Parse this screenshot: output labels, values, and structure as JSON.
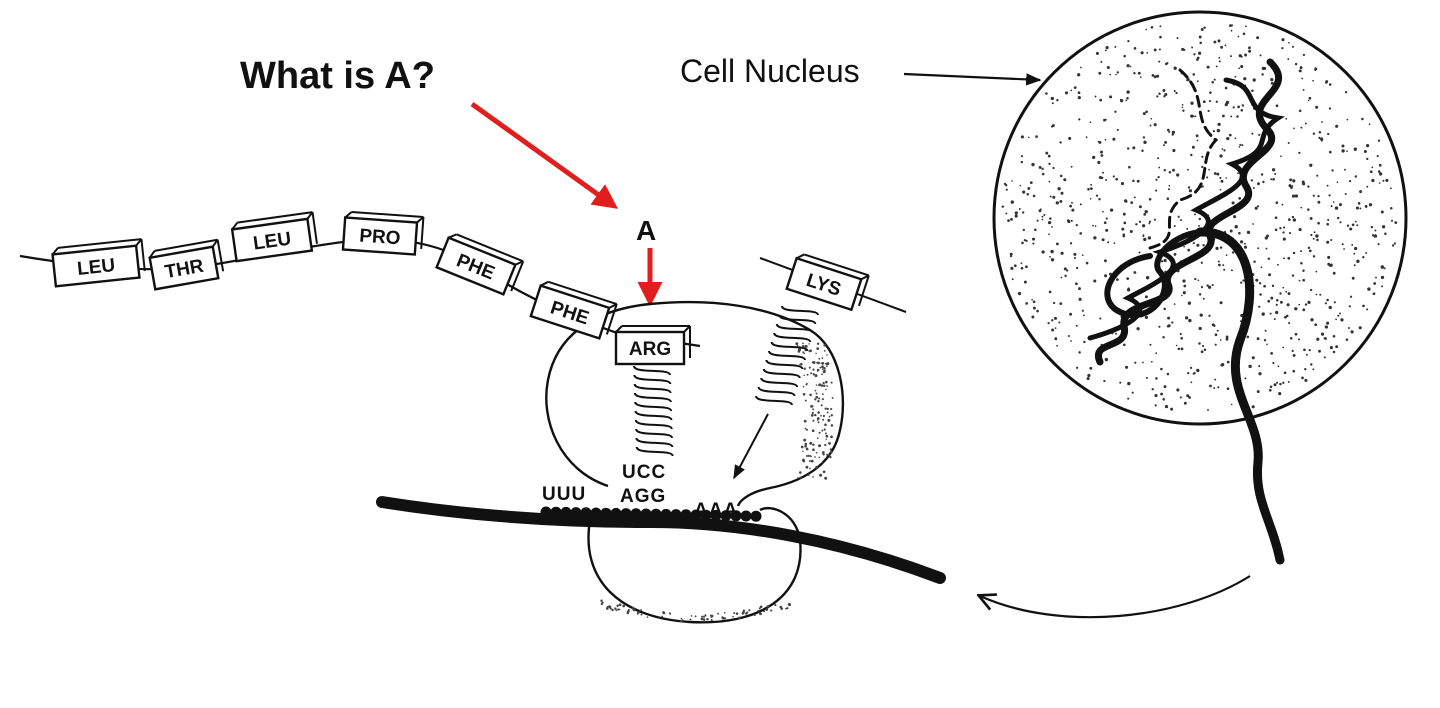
{
  "question": "What is A?",
  "label_a": "A",
  "nucleus_label": "Cell Nucleus",
  "amino_acids": [
    "LEU",
    "THR",
    "LEU",
    "PRO",
    "PHE",
    "PHE",
    "ARG",
    "LYS"
  ],
  "codons": {
    "anticodon": "UCC",
    "codon_left": "UUU",
    "codon_middle": "AGG",
    "codon_right": "AAA"
  },
  "colors": {
    "arrow_red": "#e01e1e",
    "ink": "#111111"
  }
}
